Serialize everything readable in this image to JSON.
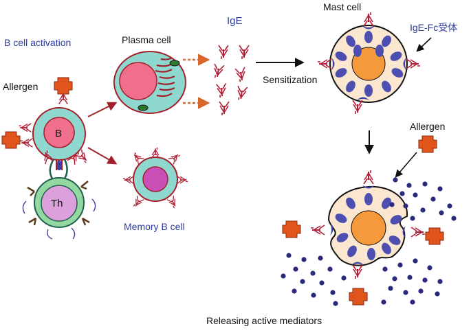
{
  "labels": {
    "b_cell_activation": "B cell activation",
    "plasma_cell": "Plasma cell",
    "ige": "IgE",
    "mast_cell": "Mast cell",
    "ige_fc_receptor": "IgE-Fc受体",
    "allergen_left": "Allergen",
    "allergen_right": "Allergen",
    "sensitization": "Sensitization",
    "b": "B",
    "th": "Th",
    "memory_b_cell": "Memory B cell",
    "releasing": "Releasing active mediators"
  },
  "colors": {
    "cytoplasm": "#8ed8cf",
    "b_nucleus": "#ef6f8c",
    "memory_nucleus": "#c94fb7",
    "th_nucleus": "#dca1dc",
    "th_cytoplasm": "#93d8a0",
    "mast_cytoplasm": "#fbe6cf",
    "mast_nucleus": "#f59a3a",
    "granule": "#4c4fb0",
    "antibody": "#b21e35",
    "allergen": "#e1551c",
    "receptor": "#3d3fa3",
    "arrow_red": "#a3202b",
    "arrow_orange": "#d9662a",
    "mediator": "#2a2a7d"
  }
}
